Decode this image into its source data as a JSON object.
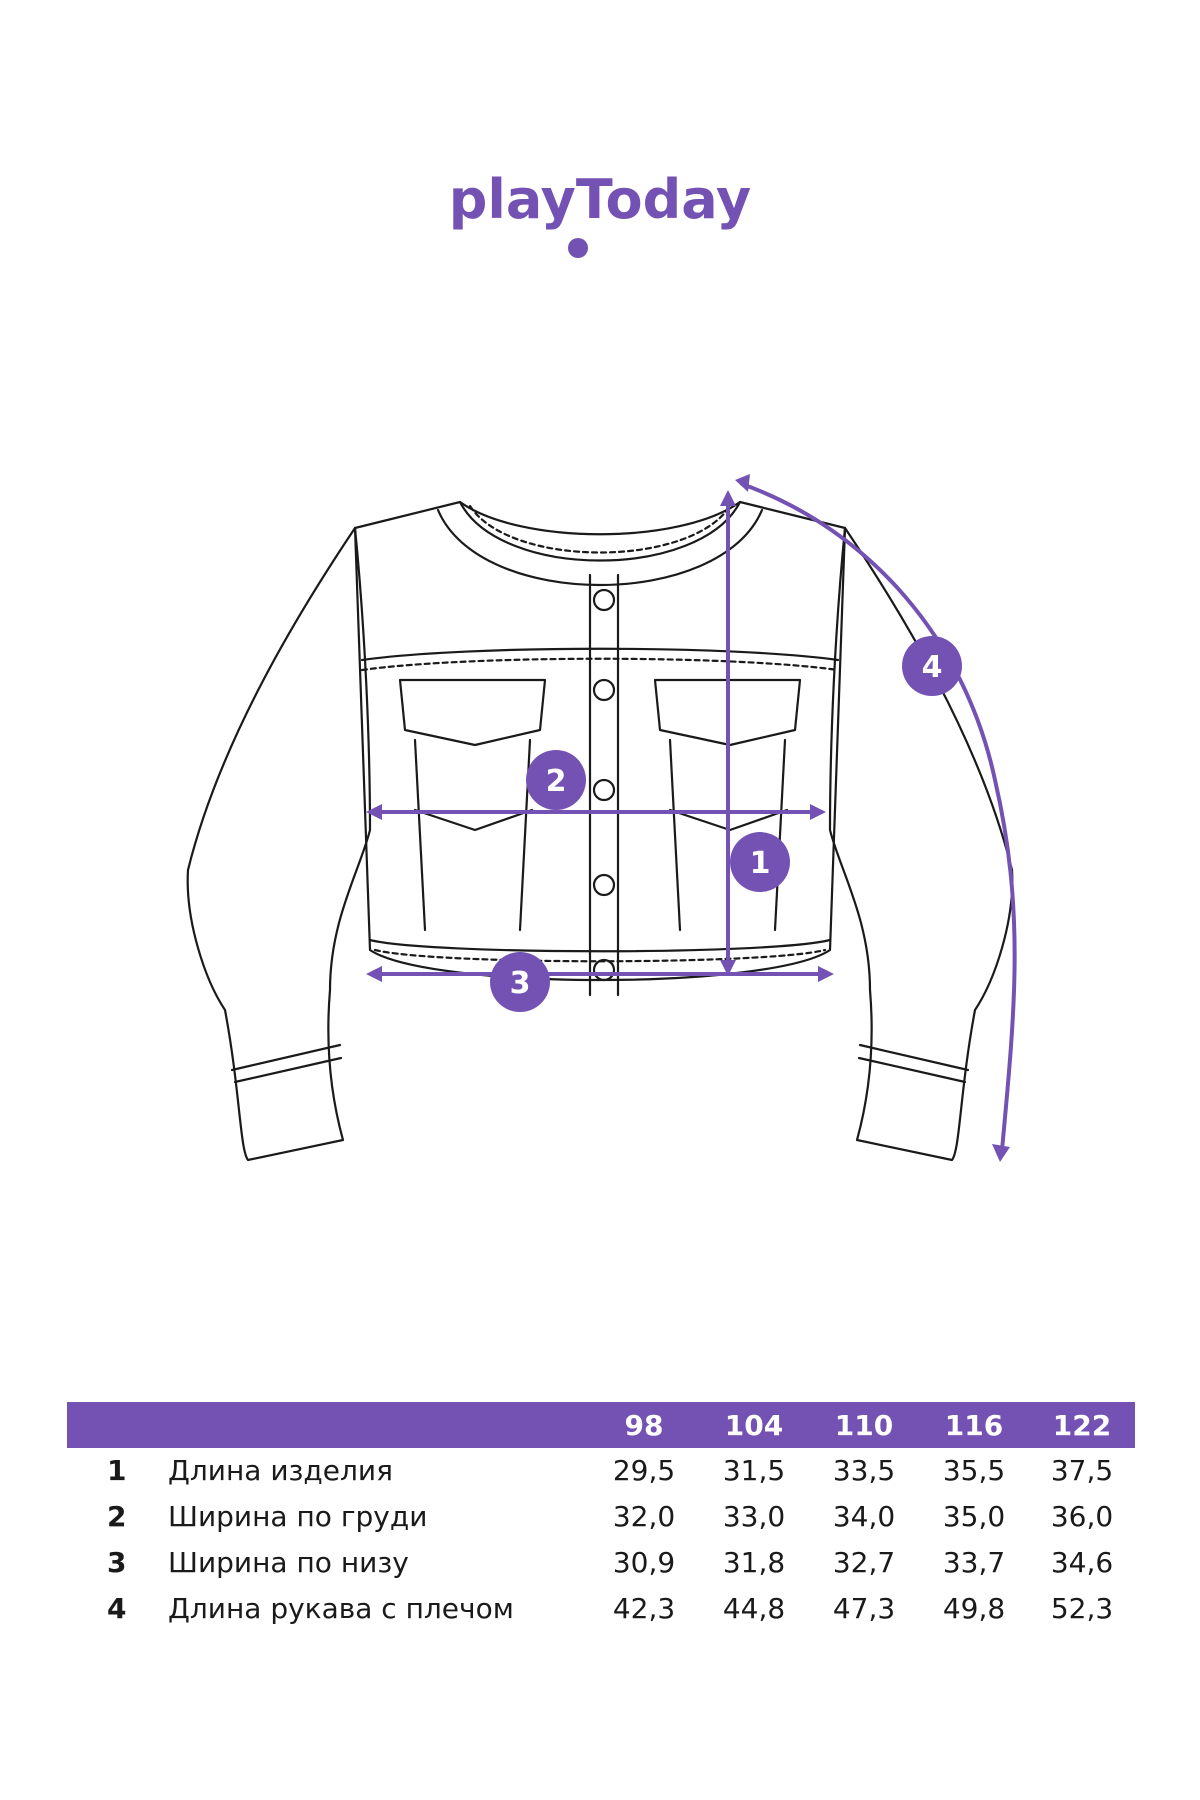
{
  "brand": {
    "name": "playToday",
    "accent_color": "#7452b4"
  },
  "diagram": {
    "markers": [
      {
        "label": "1",
        "name": "length"
      },
      {
        "label": "2",
        "name": "chest-width"
      },
      {
        "label": "3",
        "name": "bottom-width"
      },
      {
        "label": "4",
        "name": "sleeve-length"
      }
    ]
  },
  "table": {
    "sizes": [
      "98",
      "104",
      "110",
      "116",
      "122"
    ],
    "rows": [
      {
        "num": "1",
        "label": "Длина изделия",
        "values": [
          "29,5",
          "31,5",
          "33,5",
          "35,5",
          "37,5"
        ]
      },
      {
        "num": "2",
        "label": "Ширина по груди",
        "values": [
          "32,0",
          "33,0",
          "34,0",
          "35,0",
          "36,0"
        ]
      },
      {
        "num": "3",
        "label": "Ширина по низу",
        "values": [
          "30,9",
          "31,8",
          "32,7",
          "33,7",
          "34,6"
        ]
      },
      {
        "num": "4",
        "label": "Длина рукава с плечом",
        "values": [
          "42,3",
          "44,8",
          "47,3",
          "49,8",
          "52,3"
        ]
      }
    ]
  }
}
